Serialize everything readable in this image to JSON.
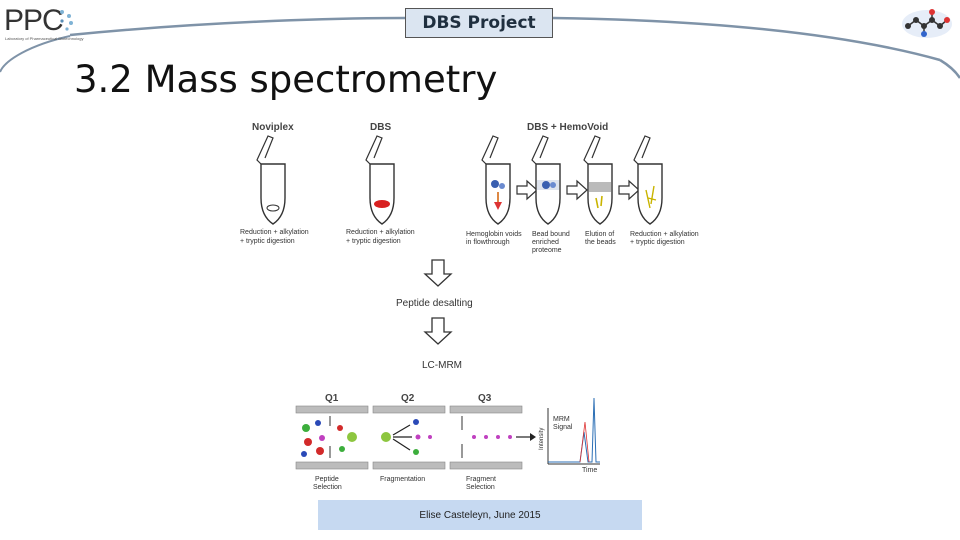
{
  "header": {
    "logo_text": "PPC",
    "logo_subtitle": "Laboratory of Pharmaceutical Biotechnology",
    "project_label": "DBS Project"
  },
  "slide": {
    "title": "3.2 Mass spectrometry"
  },
  "workflow": {
    "columns": [
      {
        "header": "Noviplex",
        "caption1": "Reduction + alkylation",
        "caption2": "+ tryptic digestion"
      },
      {
        "header": "DBS",
        "caption1": "Reduction + alkylation",
        "caption2": "+ tryptic digestion"
      },
      {
        "header": "DBS + HemoVoid"
      }
    ],
    "hemovoid_steps": [
      {
        "caption1": "Hemoglobin voids",
        "caption2": "in flowthrough"
      },
      {
        "caption1": "Bead bound",
        "caption2": "enriched",
        "caption3": "proteome"
      },
      {
        "caption1": "Elution of",
        "caption2": "the beads"
      },
      {
        "caption1": "Reduction + alkylation",
        "caption2": "+ tryptic digestion"
      }
    ],
    "step_desalting": "Peptide desalting",
    "step_lcmrm": "LC-MRM"
  },
  "mrm": {
    "q1": "Q1",
    "q2": "Q2",
    "q3": "Q3",
    "q1_caption1": "Peptide",
    "q1_caption2": "Selection",
    "q2_caption": "Fragmentation",
    "q3_caption1": "Fragment",
    "q3_caption2": "Selection",
    "signal_label1": "MRM",
    "signal_label2": "Signal",
    "y_axis": "Intensity",
    "x_axis": "Time"
  },
  "footer": {
    "credit": "Elise Casteleyn, June 2015"
  }
}
